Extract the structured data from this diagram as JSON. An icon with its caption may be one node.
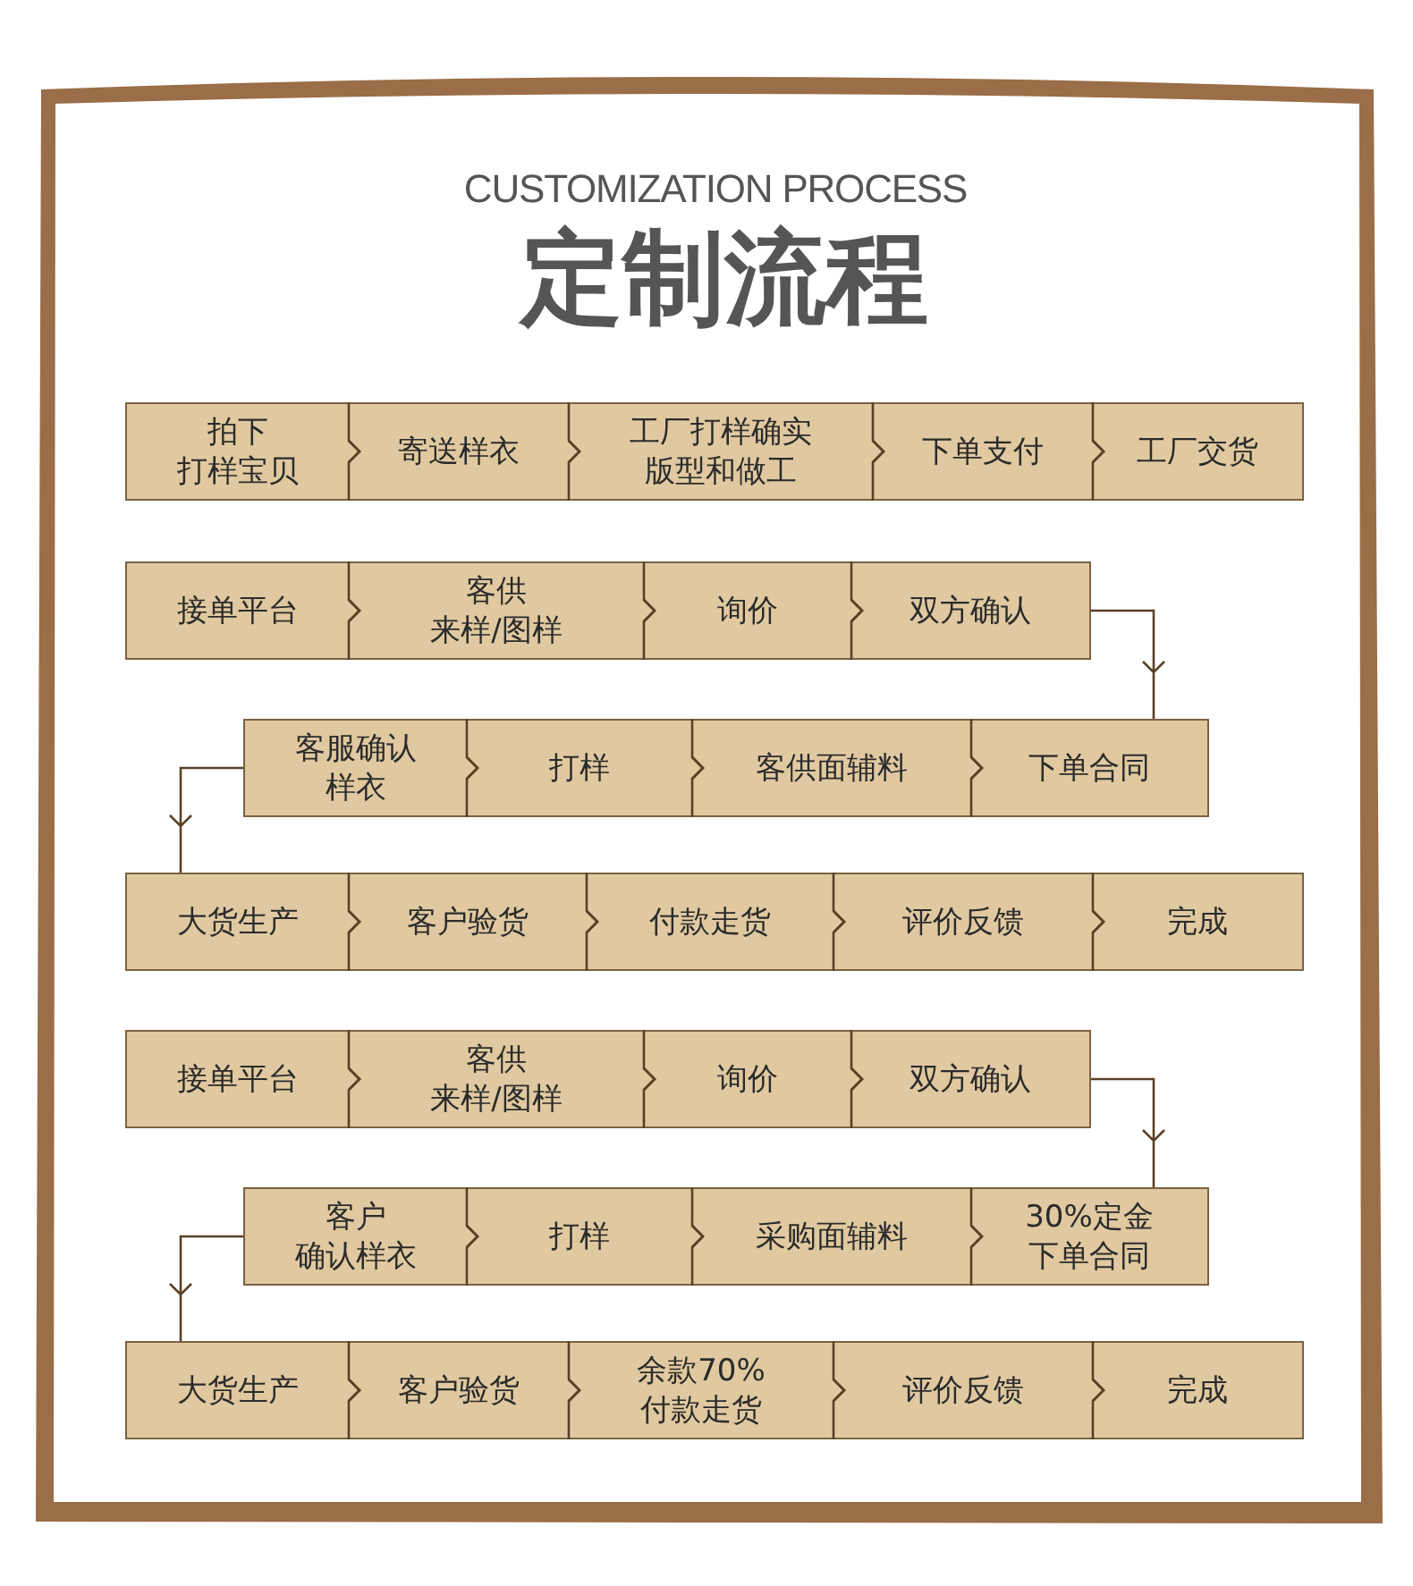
{
  "diagram": {
    "title": "定制流程",
    "nodes": [
      {
        "text": [
          "拍下打样宝贝"
        ]
      },
      {
        "text": [
          "寄送样衣"
        ]
      },
      {
        "text": [
          "工厂打样确实版型和做工"
        ]
      },
      {
        "text": [
          "下单支付"
        ]
      },
      {
        "text": [
          "工厂交货"
        ]
      },
      {
        "text": [
          "接单平台"
        ]
      },
      {
        "text": [
          "客供来样/图样"
        ]
      },
      {
        "text": [
          "询价"
        ]
      },
      {
        "text": [
          "双方确认"
        ]
      },
      {
        "text": [
          "客服确认样衣"
        ]
      },
      {
        "text": [
          "打样"
        ]
      },
      {
        "text": [
          "客供面辅料"
        ]
      },
      {
        "text": [
          "下单合同"
        ]
      },
      {
        "text": [
          "大货生产"
        ]
      },
      {
        "text": [
          "客户验货"
        ]
      },
      {
        "text": [
          "付款走货"
        ]
      },
      {
        "text": [
          "评价反馈"
        ]
      },
      {
        "text": [
          "完成"
        ]
      },
      {
        "text": [
          "接单平台"
        ]
      },
      {
        "text": [
          "客供来样/图样"
        ]
      },
      {
        "text": [
          "询价"
        ]
      },
      {
        "text": [
          "双方确认"
        ]
      },
      {
        "text": [
          "客户确认样衣"
        ]
      },
      {
        "text": [
          "打样"
        ]
      },
      {
        "text": [
          "采购面辅料"
        ]
      },
      {
        "text": [
          "30%定金下单合同"
        ]
      },
      {
        "text": [
          "大货生产"
        ]
      },
      {
        "text": [
          "客户验货"
        ]
      },
      {
        "text": [
          "余款70%付款走货"
        ]
      },
      {
        "text": [
          "评价反馈"
        ]
      },
      {
        "text": [
          "完成"
        ]
      }
    ],
    "edges": [
      {
        "from": 0,
        "to": 1,
        "arrow": "to"
      },
      {
        "from": 1,
        "to": 2,
        "arrow": "to"
      },
      {
        "from": 2,
        "to": 3,
        "arrow": "to"
      },
      {
        "from": 3,
        "to": 4,
        "arrow": "to"
      },
      {
        "from": 5,
        "to": 6,
        "arrow": "to"
      },
      {
        "from": 6,
        "to": 7,
        "arrow": "to"
      },
      {
        "from": 7,
        "to": 8,
        "arrow": "to"
      },
      {
        "from": 8,
        "to": 12,
        "arrow": "to"
      },
      {
        "from": 9,
        "to": 10,
        "arrow": "to"
      },
      {
        "from": 10,
        "to": 11,
        "arrow": "to"
      },
      {
        "from": 11,
        "to": 12,
        "arrow": "to"
      },
      {
        "from": 9,
        "to": 13,
        "arrow": "to"
      },
      {
        "from": 13,
        "to": 14,
        "arrow": "to"
      },
      {
        "from": 14,
        "to": 15,
        "arrow": "to"
      },
      {
        "from": 15,
        "to": 16,
        "arrow": "to"
      },
      {
        "from": 16,
        "to": 17,
        "arrow": "to"
      },
      {
        "from": 18,
        "to": 19,
        "arrow": "to"
      },
      {
        "from": 19,
        "to": 20,
        "arrow": "to"
      },
      {
        "from": 20,
        "to": 21,
        "arrow": "to"
      },
      {
        "from": 21,
        "to": 25,
        "arrow": "to"
      },
      {
        "from": 22,
        "to": 23,
        "arrow": "to"
      },
      {
        "from": 23,
        "to": 24,
        "arrow": "to"
      },
      {
        "from": 24,
        "to": 25,
        "arrow": "to"
      },
      {
        "from": 22,
        "to": 26,
        "arrow": "to"
      },
      {
        "from": 26,
        "to": 27,
        "arrow": "to"
      },
      {
        "from": 27,
        "to": 28,
        "arrow": "to"
      },
      {
        "from": 28,
        "to": 29,
        "arrow": "to"
      },
      {
        "from": 29,
        "to": 30,
        "arrow": "to"
      }
    ],
    "labels": [
      "CUSTOMIZATION PROCESS"
    ]
  }
}
